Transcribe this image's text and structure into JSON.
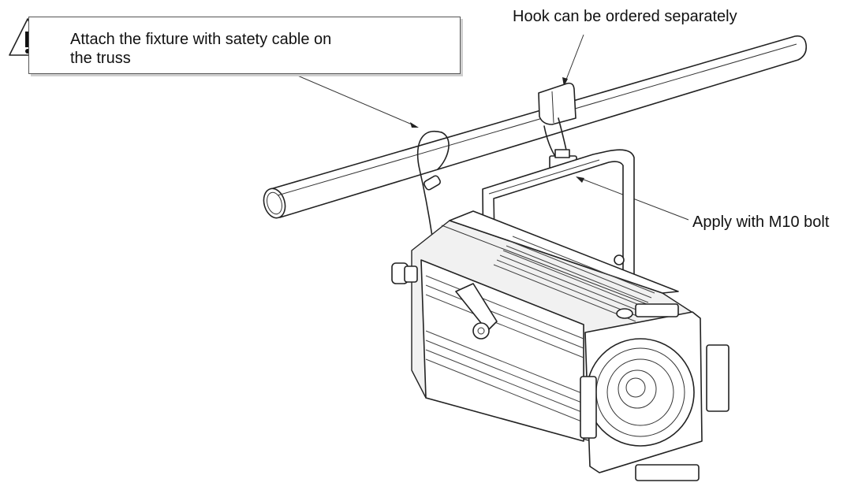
{
  "diagram": {
    "warning_note": {
      "icon": "warning-triangle-icon",
      "text": "Attach the fixture with satety cable on\nthe truss"
    },
    "callout_hook": "Hook can be ordered separately",
    "callout_bolt": "Apply with M10 bolt"
  }
}
